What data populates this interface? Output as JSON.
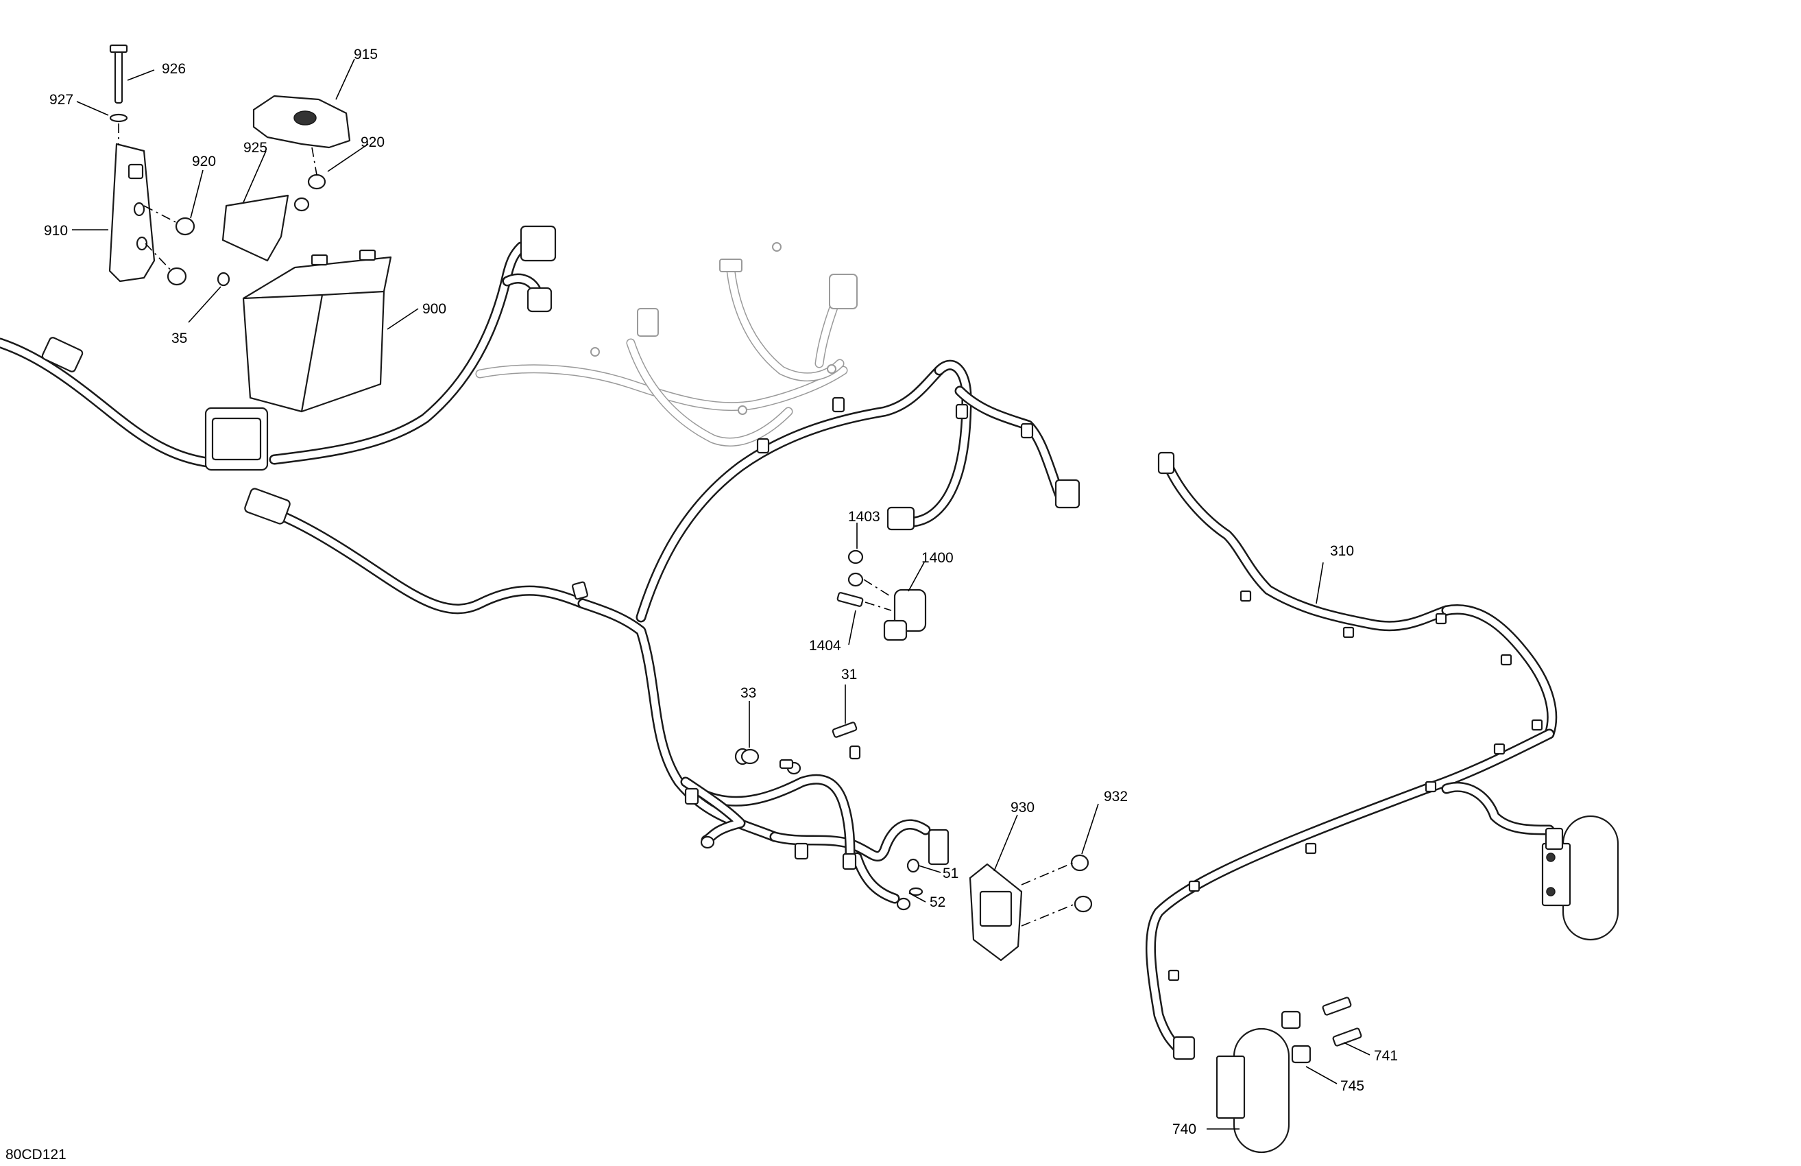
{
  "diagram_id": "80CD121",
  "callouts": {
    "c926": "926",
    "c927": "927",
    "c915": "915",
    "c920a": "920",
    "c920b": "920",
    "c925": "925",
    "c910": "910",
    "c900": "900",
    "c35": "35",
    "c1403": "1403",
    "c1400": "1400",
    "c1404": "1404",
    "c310": "310",
    "c31": "31",
    "c33": "33",
    "c930": "930",
    "c932": "932",
    "c51": "51",
    "c52": "52",
    "c741": "741",
    "c745": "745",
    "c740": "740"
  }
}
